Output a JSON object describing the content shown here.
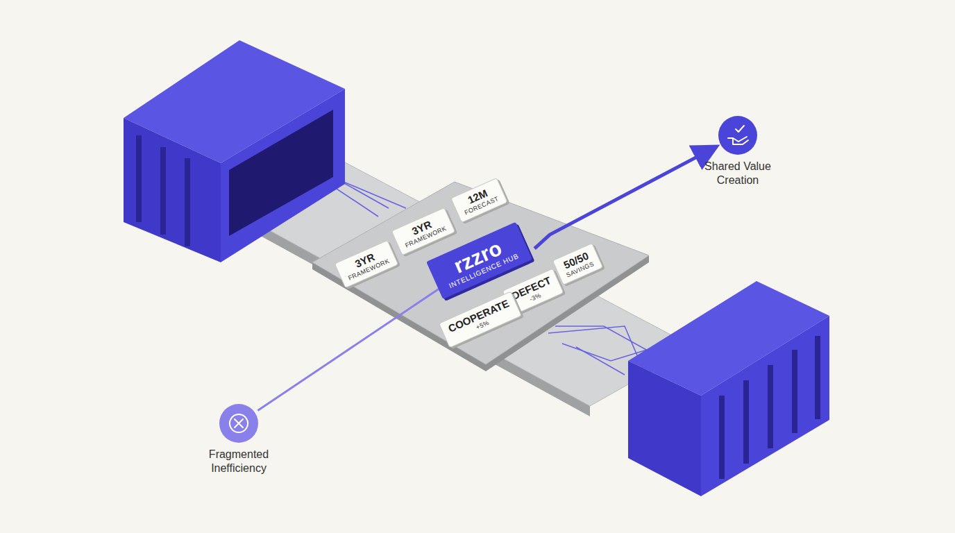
{
  "diagram": {
    "nodes": [
      {
        "text": [
          "3YR",
          "FRAMEWORK"
        ]
      },
      {
        "text": [
          "3YR",
          "FRAMEWORK"
        ]
      },
      {
        "text": [
          "12M",
          "FORECAST"
        ]
      },
      {
        "text": [
          "rzzro",
          "INTELLIGENCE HUB"
        ]
      },
      {
        "text": [
          "50/50",
          "SAVINGS"
        ]
      },
      {
        "text": [
          "DEFECT",
          "-3%"
        ]
      },
      {
        "text": [
          "COOPERATE",
          "+5%"
        ]
      },
      {
        "text": [
          "Shared Value Creation"
        ]
      },
      {
        "text": [
          "Fragmented Inefficiency"
        ]
      }
    ],
    "edges": [
      {
        "from": 3,
        "to": 7,
        "arrow": "to"
      },
      {
        "from": 3,
        "to": 8,
        "arrow": "none"
      }
    ]
  }
}
